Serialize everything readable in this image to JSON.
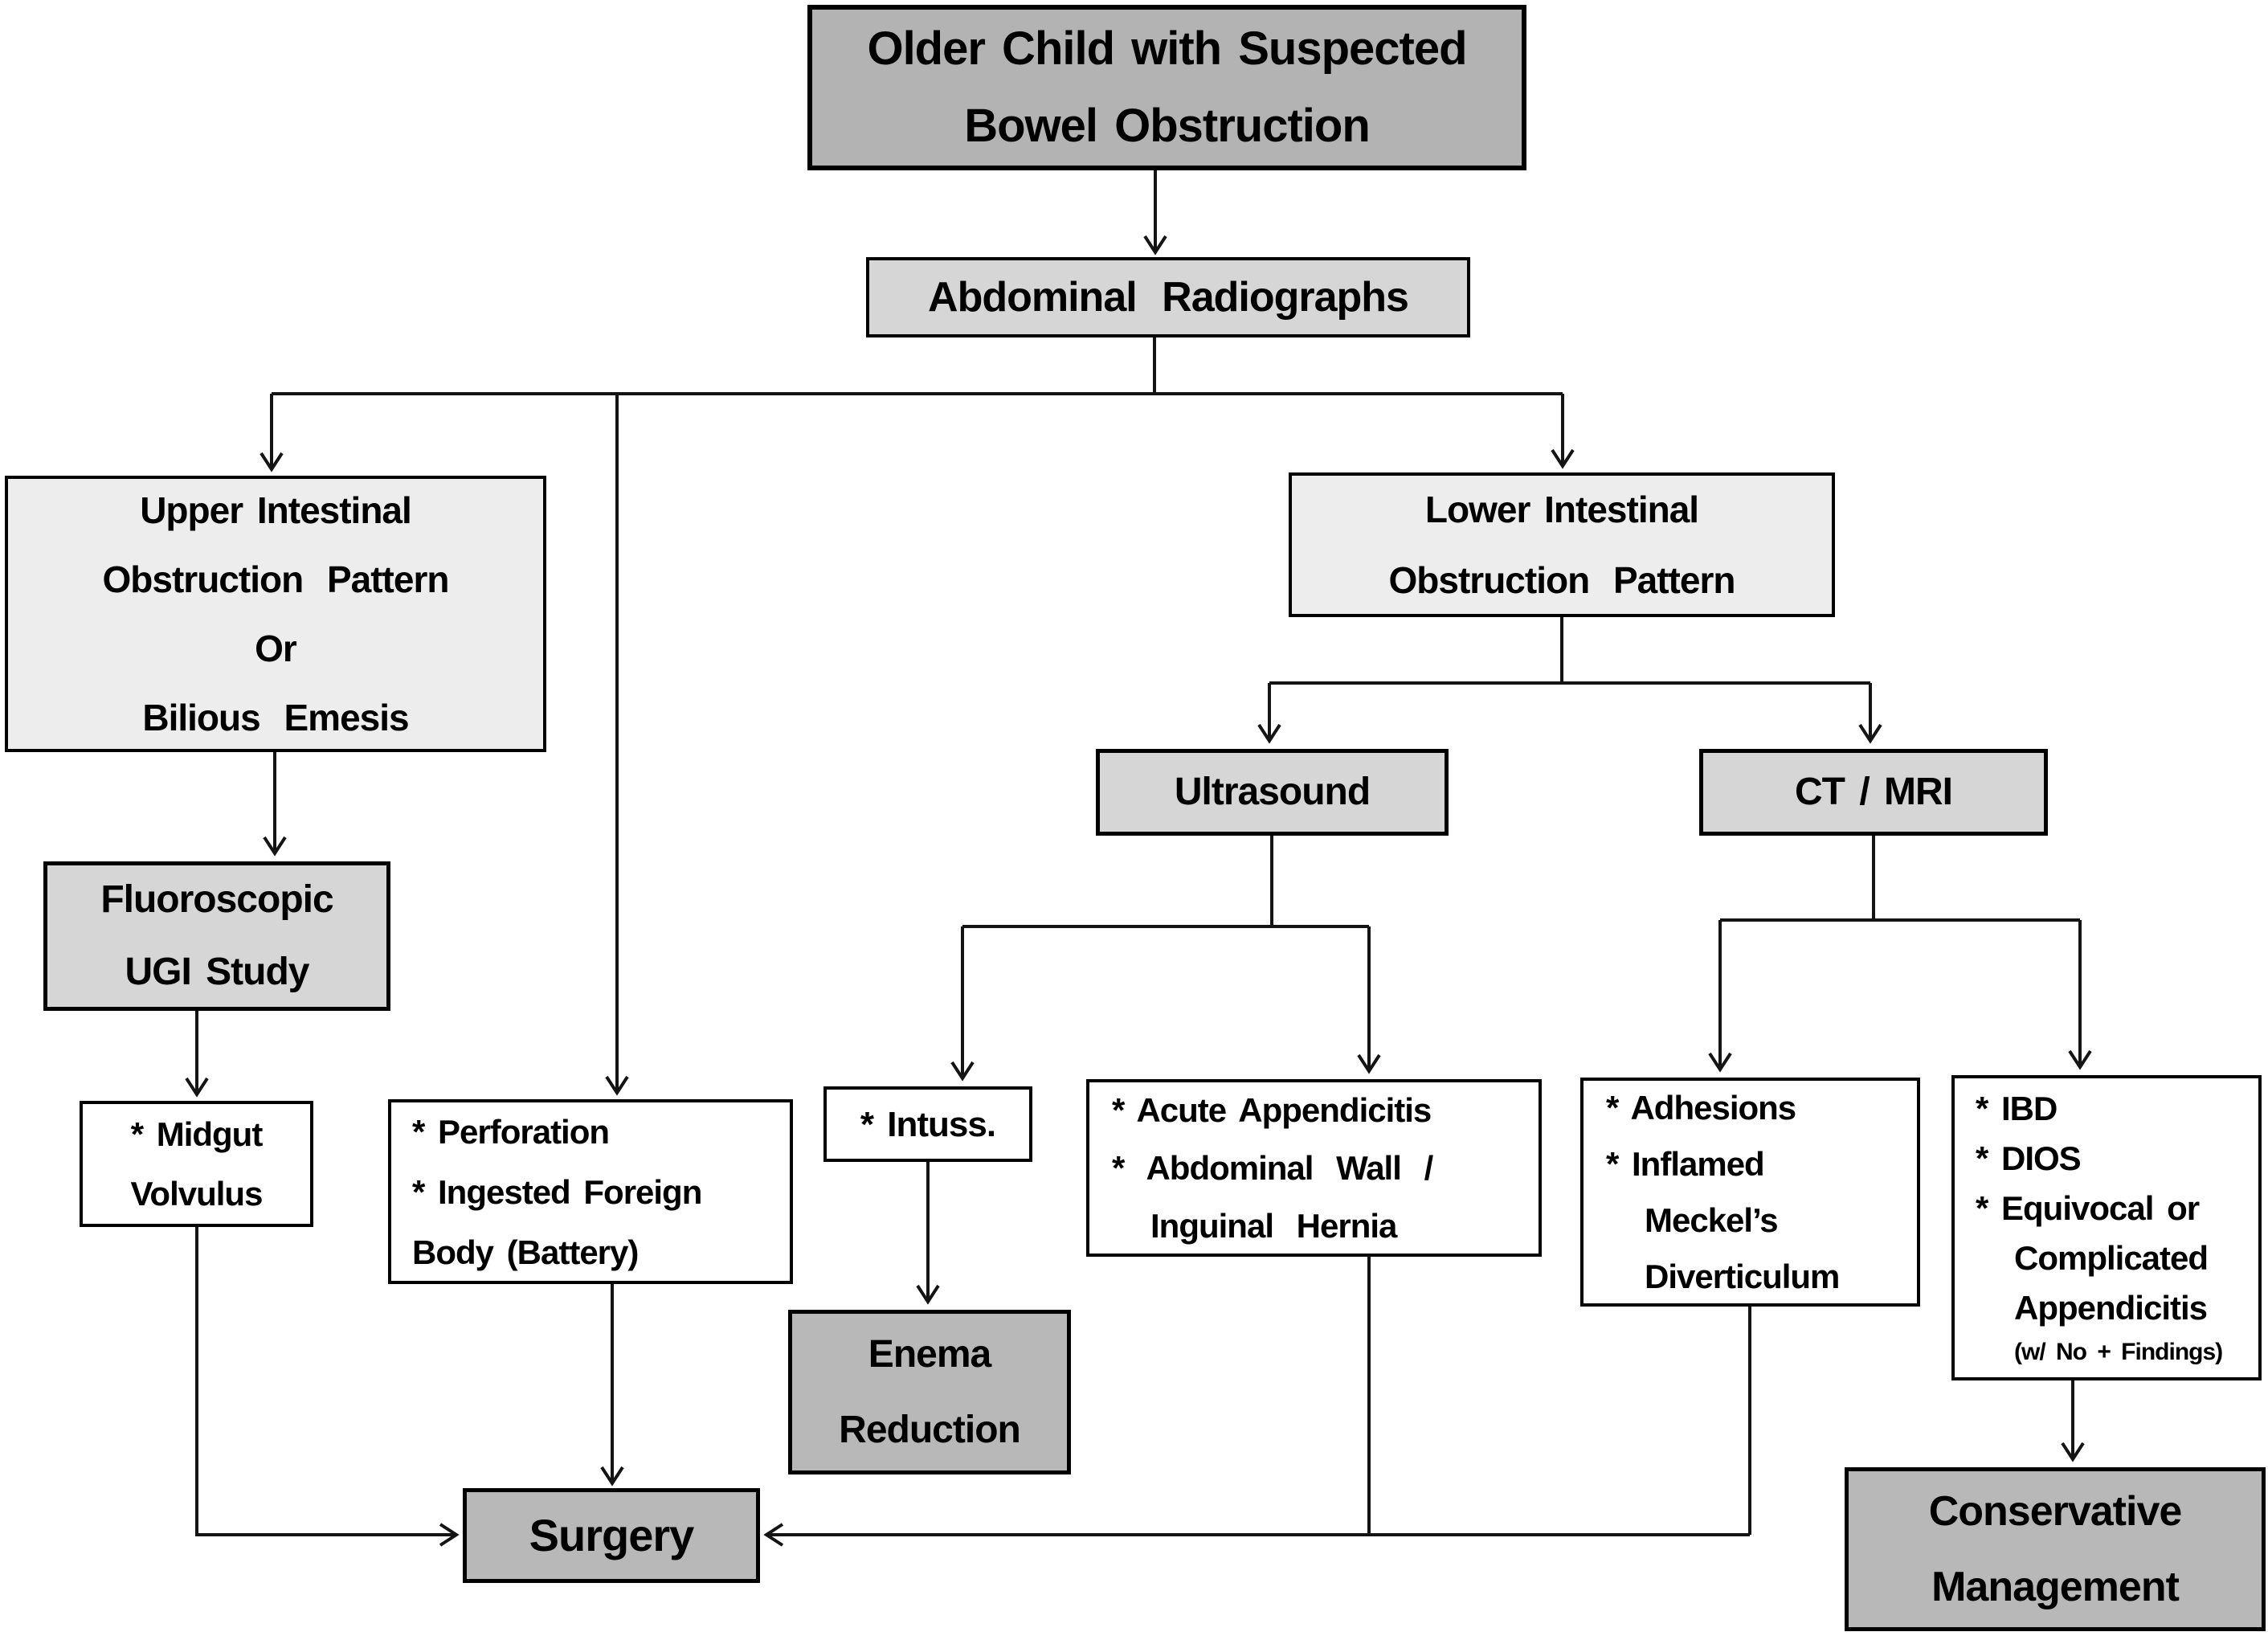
{
  "nodes": {
    "start": {
      "lines": [
        "Older Child with Suspected",
        "Bowel Obstruction"
      ]
    },
    "radiographs": {
      "lines": [
        "Abdominal Radiographs"
      ]
    },
    "upper": {
      "lines": [
        "Upper Intestinal",
        "Obstruction Pattern",
        "Or",
        "Bilious Emesis"
      ]
    },
    "lower": {
      "lines": [
        "Lower Intestinal",
        "Obstruction Pattern"
      ]
    },
    "fluoroscopic": {
      "lines": [
        "Fluoroscopic",
        "UGI Study"
      ]
    },
    "ultrasound": {
      "lines": [
        "Ultrasound"
      ]
    },
    "ct_mri": {
      "lines": [
        "CT / MRI"
      ]
    },
    "midgut": {
      "lines": [
        "* Midgut",
        "Volvulus"
      ]
    },
    "perforation": {
      "lines": [
        "* Perforation",
        "* Ingested Foreign",
        "Body (Battery)"
      ]
    },
    "intuss": {
      "lines": [
        "* Intuss."
      ]
    },
    "acute": {
      "lines": [
        "* Acute Appendicitis",
        "* Abdominal Wall /",
        "Inguinal Hernia"
      ]
    },
    "adhesions": {
      "lines": [
        "* Adhesions",
        "* Inflamed",
        "Meckel’s",
        "Diverticulum"
      ]
    },
    "ibd": {
      "lines": [
        "* IBD",
        "* DIOS",
        "* Equivocal or",
        "Complicated",
        "Appendicitis",
        "(w/ No + Findings)"
      ]
    },
    "enema": {
      "lines": [
        "Enema",
        "Reduction"
      ]
    },
    "surgery": {
      "lines": [
        "Surgery"
      ]
    },
    "conservative": {
      "lines": [
        "Conservative",
        "Management"
      ]
    }
  },
  "edges": [
    {
      "from": "start",
      "to": "radiographs"
    },
    {
      "from": "radiographs",
      "to": "upper"
    },
    {
      "from": "radiographs",
      "to": "perforation"
    },
    {
      "from": "radiographs",
      "to": "lower"
    },
    {
      "from": "upper",
      "to": "fluoroscopic"
    },
    {
      "from": "fluoroscopic",
      "to": "midgut"
    },
    {
      "from": "midgut",
      "to": "surgery"
    },
    {
      "from": "perforation",
      "to": "surgery"
    },
    {
      "from": "lower",
      "to": "ultrasound"
    },
    {
      "from": "lower",
      "to": "ct_mri"
    },
    {
      "from": "ultrasound",
      "to": "intuss"
    },
    {
      "from": "ultrasound",
      "to": "acute"
    },
    {
      "from": "intuss",
      "to": "enema"
    },
    {
      "from": "acute",
      "to": "surgery"
    },
    {
      "from": "ct_mri",
      "to": "adhesions"
    },
    {
      "from": "ct_mri",
      "to": "ibd"
    },
    {
      "from": "adhesions",
      "to": "surgery"
    },
    {
      "from": "ibd",
      "to": "conservative"
    }
  ],
  "colors": {
    "node_start": "#b3b3b3",
    "node_step": "#d6d6d6",
    "node_pattern": "#ededed",
    "node_finding": "#ffffff",
    "node_terminal": "#b8b8b8",
    "border": "#000000",
    "connector": "#141414",
    "background": "#ffffff"
  }
}
